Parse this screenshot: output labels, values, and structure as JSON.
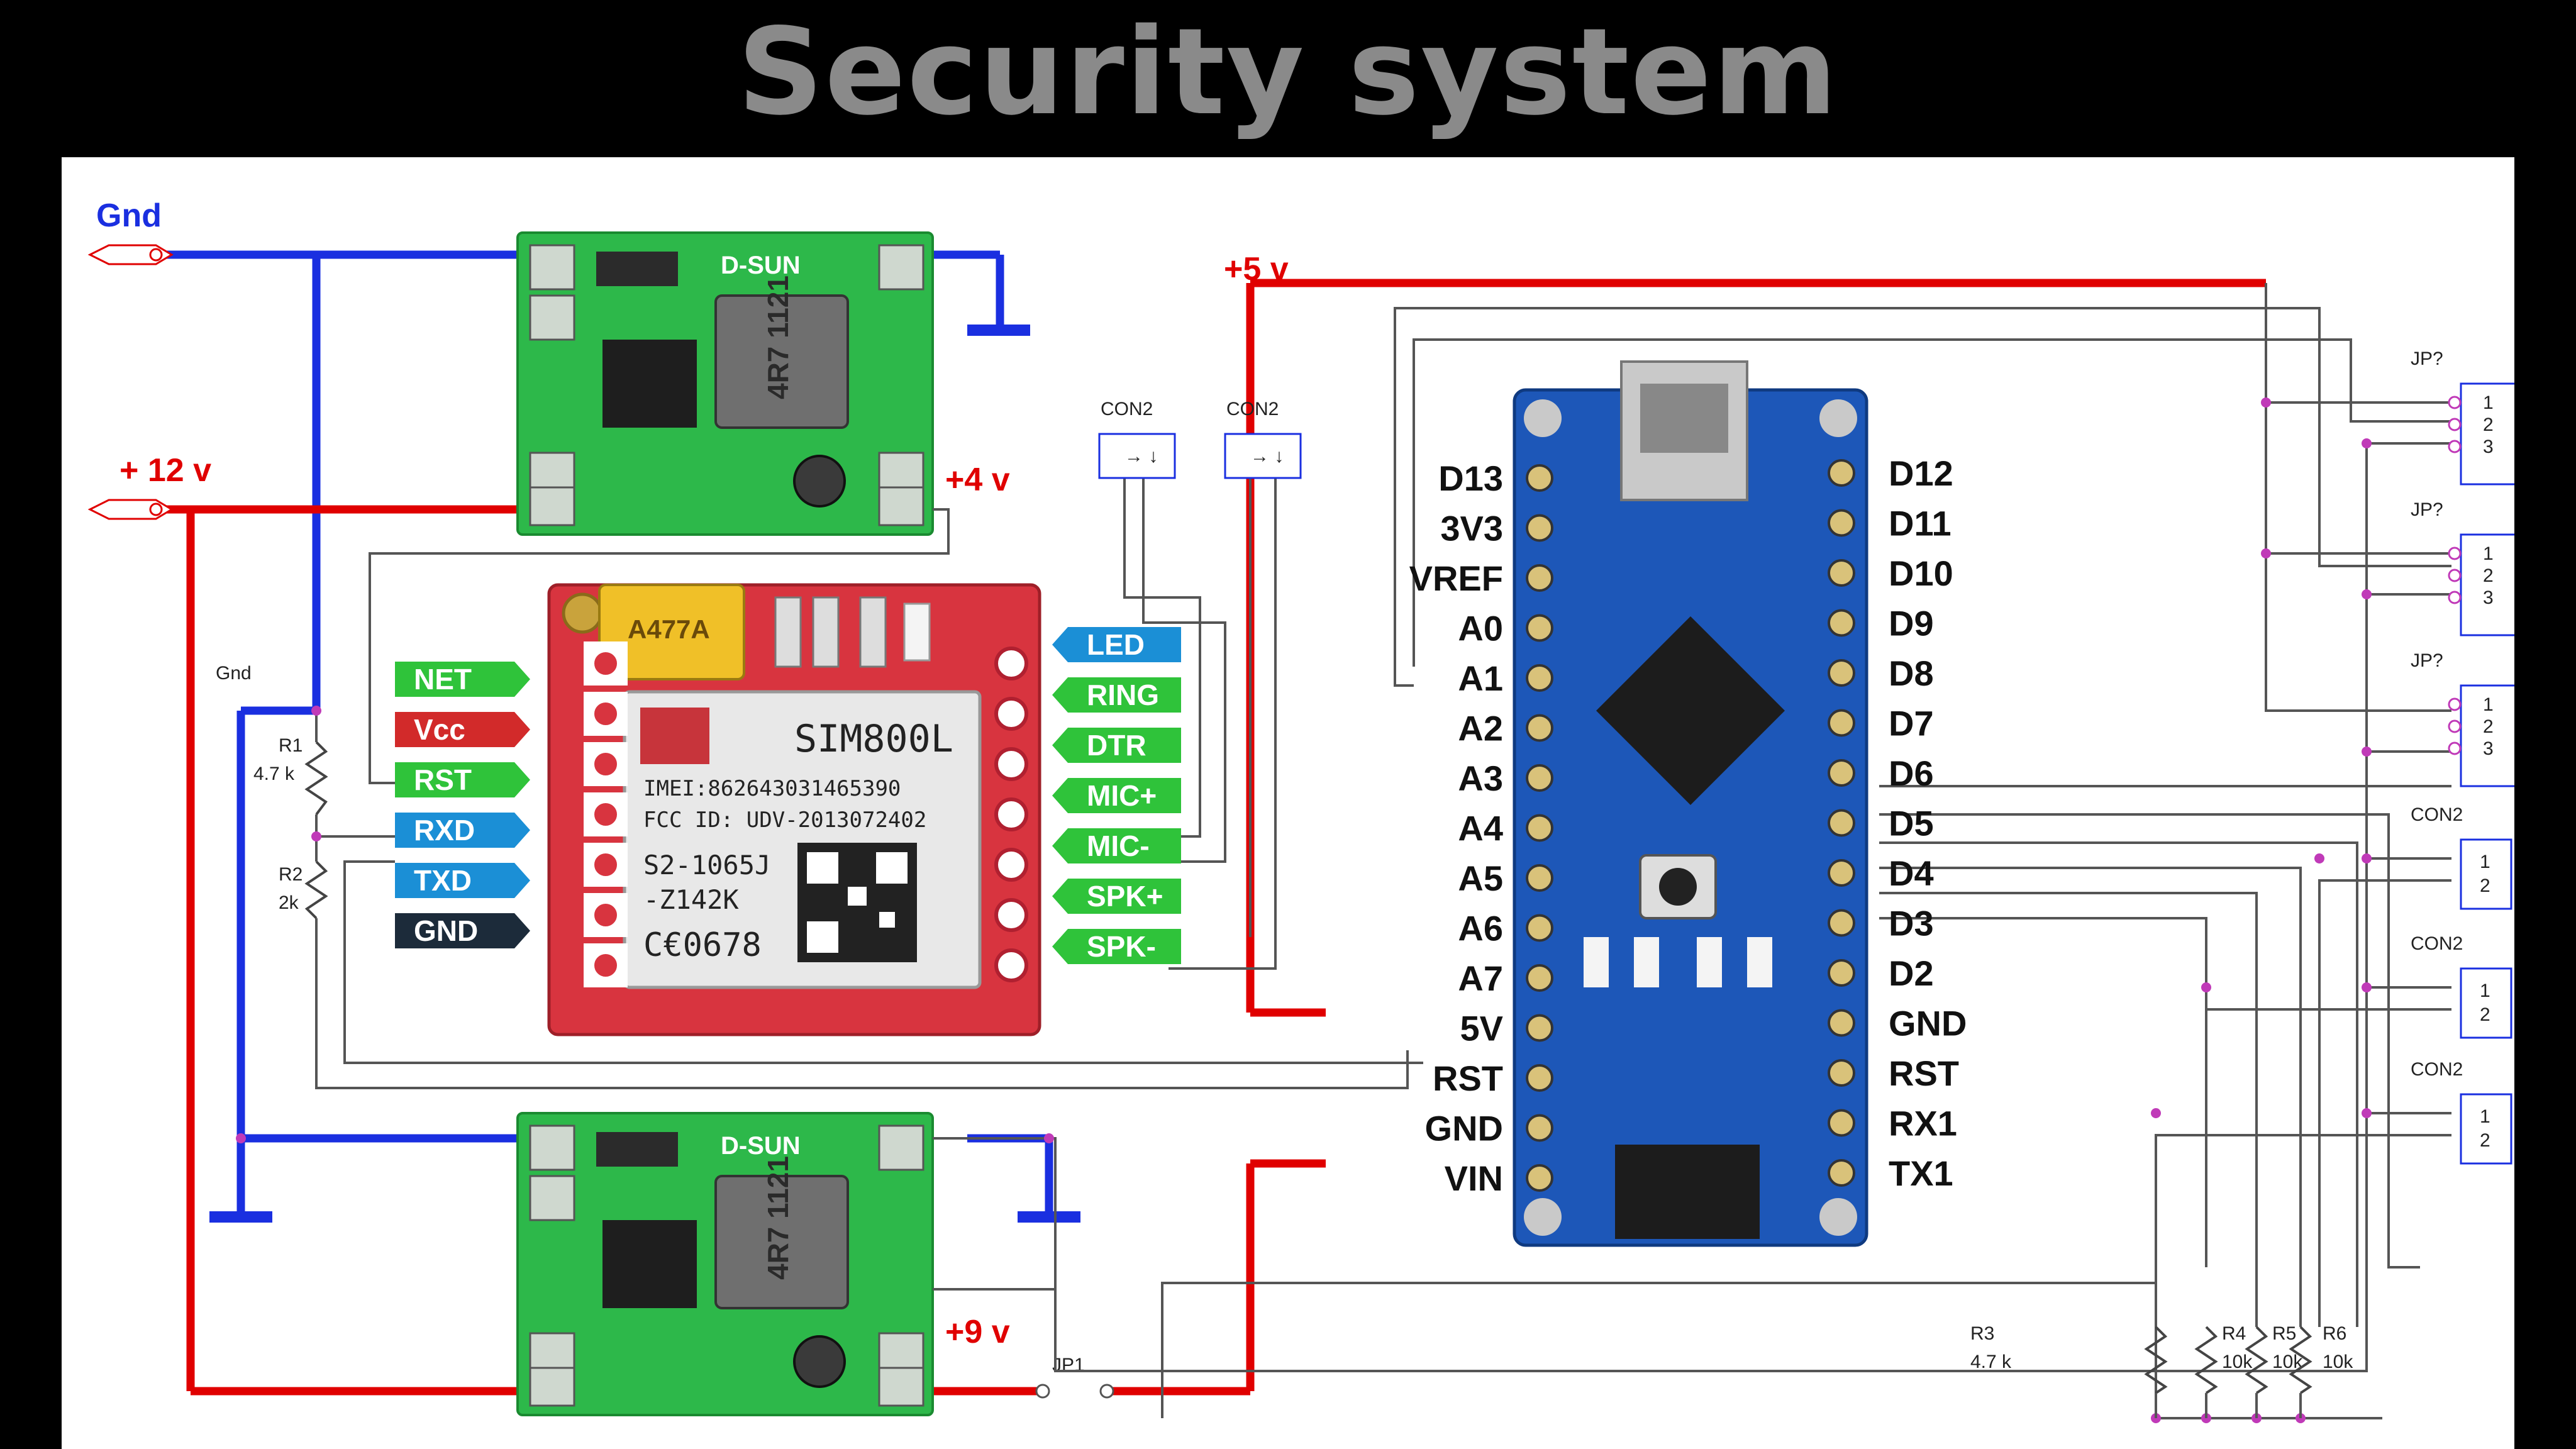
{
  "title": "Security system",
  "labels": {
    "gnd_top": "Gnd",
    "v12": "+ 12 v",
    "v4": "+4 v",
    "v5": "+5 v",
    "v9": "+9 v",
    "gnd_small": "Gnd",
    "jp1": "JP1"
  },
  "converter": {
    "brand": "D-SUN",
    "inductor": "4R7 1121"
  },
  "sim800": {
    "model": "SIM800L",
    "imei": "IMEI:862643031465390",
    "fcc": "FCC ID: UDV-2013072402",
    "code": "S2-1065J",
    "code2": "-Z142K",
    "ce": "C€0678",
    "cap": "A477A",
    "left_pins": [
      "NET",
      "Vcc",
      "RST",
      "RXD",
      "TXD",
      "GND"
    ],
    "left_colors": [
      "#2fc33a",
      "#d22a2a",
      "#2fc33a",
      "#1b8fd6",
      "#1b8fd6",
      "#1c2b3a"
    ],
    "right_pins": [
      "LED",
      "RING",
      "DTR",
      "MIC+",
      "MIC-",
      "SPK+",
      "SPK-"
    ],
    "right_colors": [
      "#1b8fd6",
      "#2fc33a",
      "#2fc33a",
      "#2fc33a",
      "#2fc33a",
      "#2fc33a",
      "#2fc33a"
    ]
  },
  "con2_top": [
    "CON2",
    "CON2"
  ],
  "nano": {
    "left_pins": [
      "D13",
      "3V3",
      "VREF",
      "A0",
      "A1",
      "A2",
      "A3",
      "A4",
      "A5",
      "A6",
      "A7",
      "5V",
      "RST",
      "GND",
      "VIN"
    ],
    "right_pins": [
      "D12",
      "D11",
      "D10",
      "D9",
      "D8",
      "D7",
      "D6",
      "D5",
      "D4",
      "D3",
      "D2",
      "GND",
      "RST",
      "RX1",
      "TX1"
    ]
  },
  "resistors": [
    {
      "name": "R1",
      "value": "4.7 k"
    },
    {
      "name": "R2",
      "value": "2k"
    },
    {
      "name": "R3",
      "value": "4.7 k"
    },
    {
      "name": "R4",
      "value": "10k"
    },
    {
      "name": "R5",
      "value": "10k"
    },
    {
      "name": "R6",
      "value": "10k"
    }
  ],
  "right_connectors": {
    "jp": [
      {
        "name": "JP?",
        "pins": [
          "1",
          "2",
          "3"
        ]
      },
      {
        "name": "JP?",
        "pins": [
          "1",
          "2",
          "3"
        ]
      },
      {
        "name": "JP?",
        "pins": [
          "1",
          "2",
          "3"
        ]
      }
    ],
    "con": [
      {
        "name": "CON2",
        "pins": [
          "1",
          "2"
        ]
      },
      {
        "name": "CON2",
        "pins": [
          "1",
          "2"
        ]
      },
      {
        "name": "CON2",
        "pins": [
          "1",
          "2"
        ]
      }
    ]
  },
  "colors": {
    "gnd_wire": "#1a2fe0",
    "power_wire": "#e00000",
    "signal_wire": "#555555",
    "pcb_green": "#2db84a",
    "pcb_red": "#d8343f",
    "pcb_blue": "#1d57b8"
  }
}
